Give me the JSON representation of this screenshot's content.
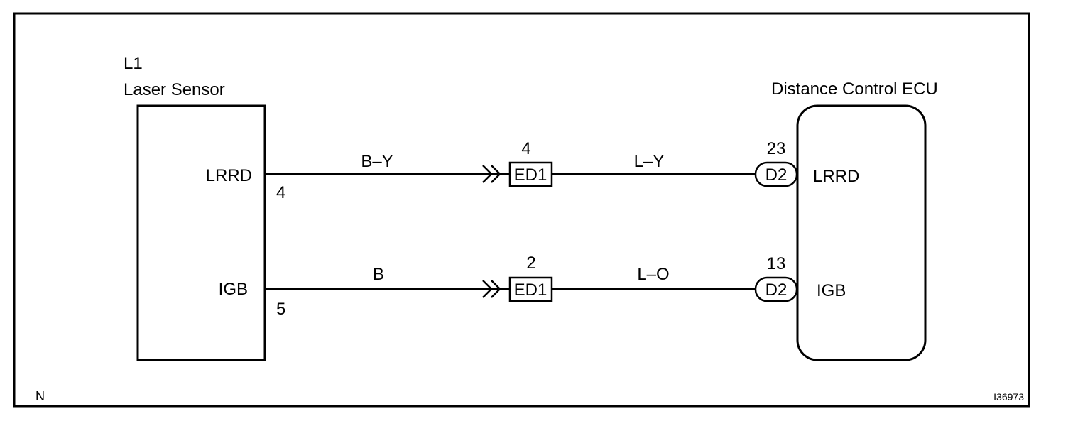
{
  "page_corner_letter": "N",
  "figure_code": "I36973",
  "sensor": {
    "code": "L1",
    "name": "Laser Sensor",
    "pins": [
      {
        "signal": "LRRD",
        "pin": "4"
      },
      {
        "signal": "IGB",
        "pin": "5"
      }
    ]
  },
  "ecu": {
    "name": "Distance Control ECU",
    "pins": [
      {
        "signal": "LRRD",
        "pin": "23",
        "connector": "D2"
      },
      {
        "signal": "IGB",
        "pin": "13",
        "connector": "D2"
      }
    ]
  },
  "junctions": [
    {
      "connector": "ED1",
      "pin": "4"
    },
    {
      "connector": "ED1",
      "pin": "2"
    }
  ],
  "wires": [
    {
      "left_color": "B–Y",
      "right_color": "L–Y"
    },
    {
      "left_color": "B",
      "right_color": "L–O"
    }
  ]
}
